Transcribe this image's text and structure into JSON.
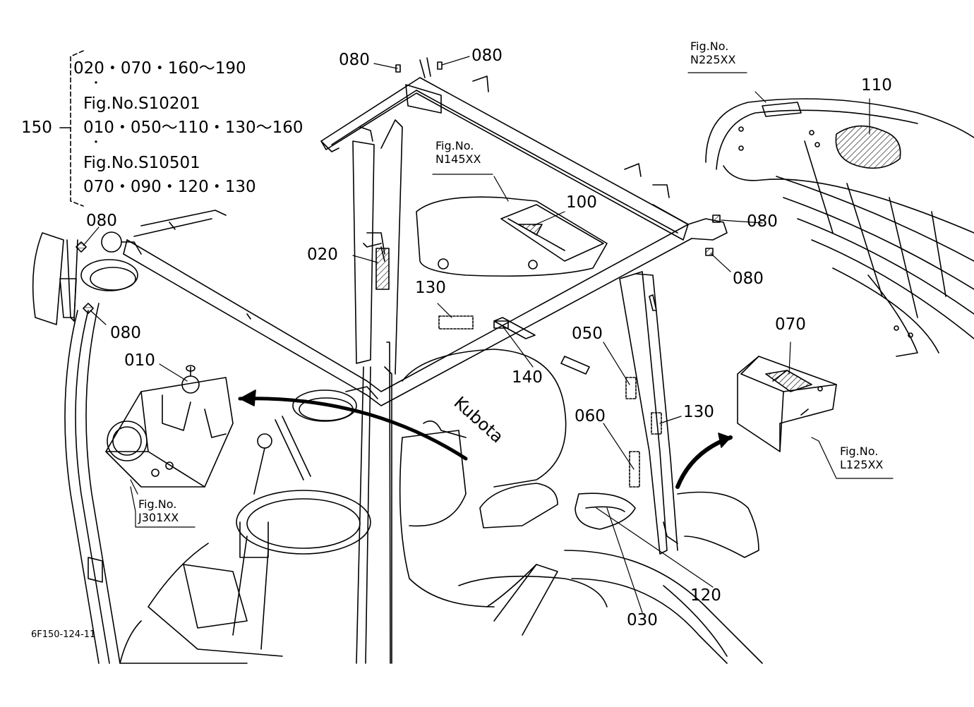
{
  "reference_block": {
    "label": "150",
    "lines": [
      "020・070・160～190",
      "Fig.No.S10201",
      "010・050～110・130～160",
      "Fig.No.S10501",
      "070・090・120・130"
    ],
    "dot": "・"
  },
  "callouts": {
    "c080_top_left": "080",
    "c080_top_right": "080",
    "c080_left_upper": "080",
    "c080_left_lower": "080",
    "c080_right_upper": "080",
    "c080_right_lower": "080",
    "c010": "010",
    "c020": "020",
    "c030": "030",
    "c050": "050",
    "c060": "060",
    "c070": "070",
    "c100": "100",
    "c110": "110",
    "c120": "120",
    "c130_left": "130",
    "c130_right": "130",
    "c140": "140"
  },
  "figure_refs": {
    "n225": {
      "line1": "Fig.No.",
      "line2": "N225XX"
    },
    "n145": {
      "line1": "Fig.No.",
      "line2": "N145XX"
    },
    "j301": {
      "line1": "Fig.No.",
      "line2": "J301XX"
    },
    "l125": {
      "line1": "Fig.No.",
      "line2": "L125XX"
    }
  },
  "brand_text": "Kubota",
  "drawing_code": "6F150-124-11"
}
